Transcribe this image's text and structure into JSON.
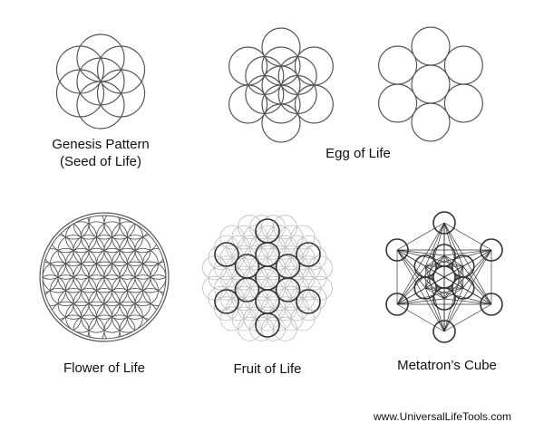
{
  "labels": {
    "seed_line1": "Genesis Pattern",
    "seed_line2": "(Seed of Life)",
    "egg": "Egg of Life",
    "flower": "Flower of Life",
    "fruit": "Fruit of Life",
    "metatron": "Metatron’s Cube"
  },
  "credit": "www.UniversalLifeTools.com",
  "colors": {
    "line": "#555555",
    "line_light": "#bbbbbb",
    "line_dark": "#333333"
  }
}
